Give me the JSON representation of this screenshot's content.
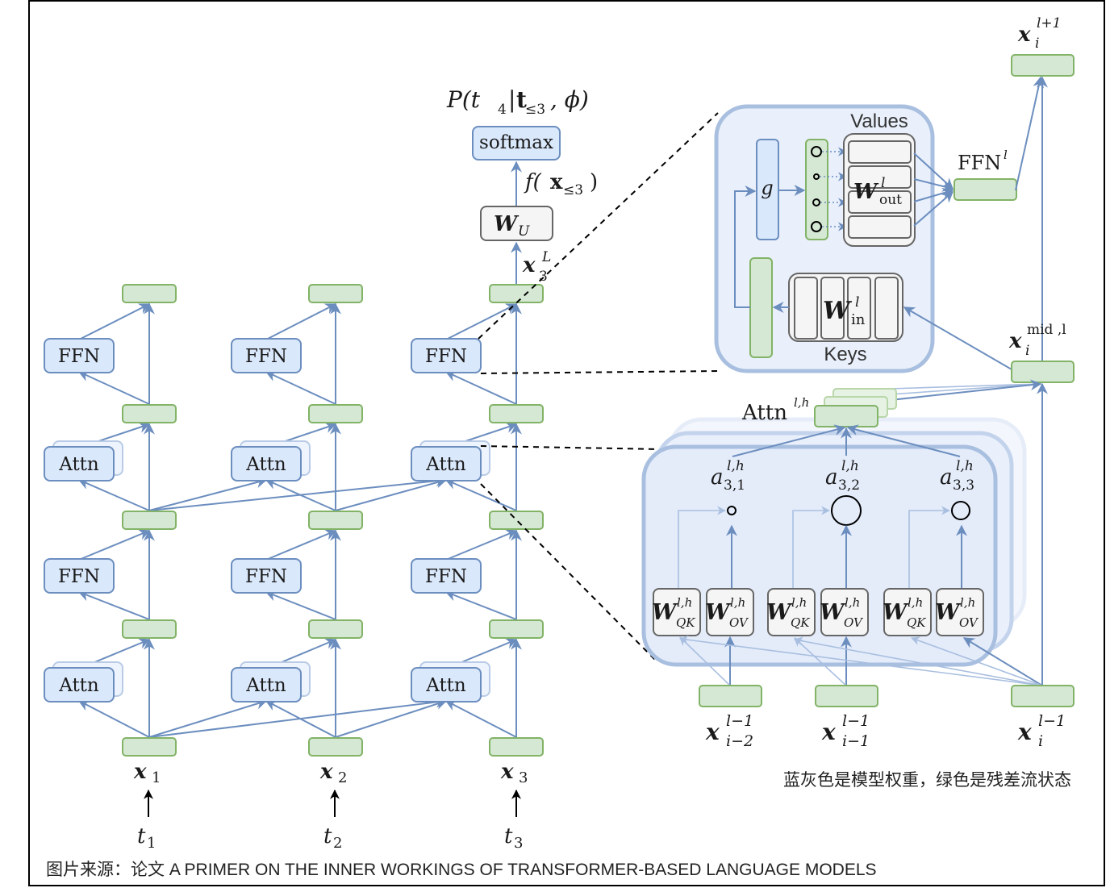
{
  "colors": {
    "weight_fill": "#dae8fc",
    "weight_stroke": "#6c8ebf",
    "residual_fill": "#d5e8d4",
    "residual_stroke": "#82b366",
    "matrix_fill": "#f5f5f5",
    "matrix_stroke": "#666666",
    "edge": "#6c8ebf"
  },
  "left_model": {
    "columns": [
      {
        "input_label": "x",
        "input_sub": "1",
        "token": "t",
        "token_sub": "1"
      },
      {
        "input_label": "x",
        "input_sub": "2",
        "token": "t",
        "token_sub": "2"
      },
      {
        "input_label": "x",
        "input_sub": "3",
        "token": "t",
        "token_sub": "3"
      }
    ],
    "block_labels": {
      "attn": "Attn",
      "ffn": "FFN"
    },
    "final_state_label": {
      "base": "x",
      "sub": "3",
      "sup": "L"
    },
    "unembed_label": {
      "base": "W",
      "sub": "U"
    },
    "logits_label": "f(x≤3)",
    "logits_label_parts": {
      "f": "f(",
      "x": "x",
      "sub": "≤3",
      "close": ")"
    },
    "softmax_label": "softmax",
    "output_label": "P(t4|t≤3, ϕ)",
    "output_label_parts": {
      "p": "P(t",
      "sub4": "4",
      "bar": "|",
      "t": "t",
      "sub": "≤3",
      "rest": ", ϕ)"
    }
  },
  "ffn_detail": {
    "values_label": "Values",
    "keys_label": "Keys",
    "gate_label": "g",
    "w_out": {
      "base": "W",
      "sup": "l",
      "sub": "out"
    },
    "w_in": {
      "base": "W",
      "sup": "l",
      "sub": "in"
    },
    "ffn_out": {
      "base": "FFN",
      "sup": "l"
    },
    "next_state": {
      "base": "x",
      "sub": "i",
      "sup": "l+1"
    },
    "mid_state": {
      "base": "x",
      "sub": "i",
      "sup": "mid ,l"
    }
  },
  "attn_detail": {
    "head_output": {
      "base": "Attn",
      "sup": "l,h"
    },
    "attention_weights": [
      {
        "base": "a",
        "sup": "l,h",
        "sub": "3,1"
      },
      {
        "base": "a",
        "sup": "l,h",
        "sub": "3,2"
      },
      {
        "base": "a",
        "sup": "l,h",
        "sub": "3,3"
      }
    ],
    "weight_sizes": [
      "small",
      "large",
      "medium"
    ],
    "qk": {
      "base": "W",
      "sup": "l,h",
      "sub": "QK"
    },
    "ov": {
      "base": "W",
      "sup": "l,h",
      "sub": "OV"
    },
    "inputs": [
      {
        "base": "x",
        "sup": "l−1",
        "sub": "i−2"
      },
      {
        "base": "x",
        "sup": "l−1",
        "sub": "i−1"
      },
      {
        "base": "x",
        "sup": "l−1",
        "sub": "i"
      }
    ]
  },
  "legend_note": "蓝灰色是模型权重，绿色是残差流状态",
  "caption": "图片来源：论文 A PRIMER ON THE INNER WORKINGS OF TRANSFORMER-BASED LANGUAGE MODELS"
}
